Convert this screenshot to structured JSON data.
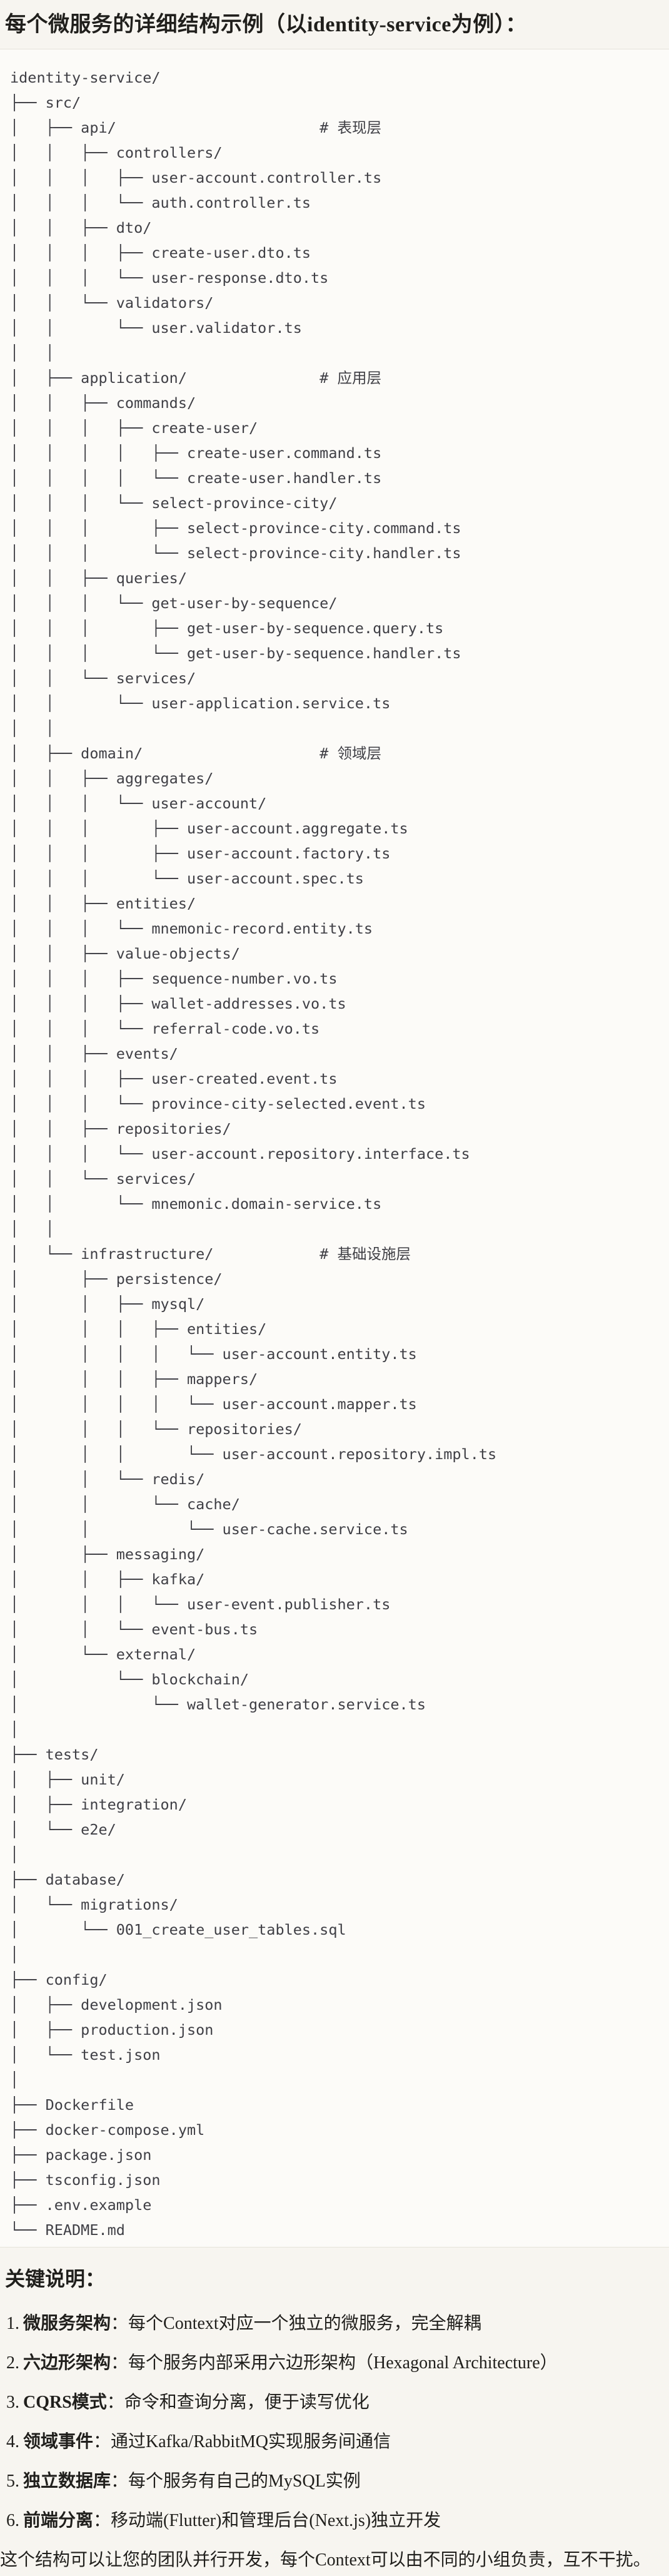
{
  "title": "每个微服务的详细结构示例（以identity-service为例）：",
  "tree_lines": [
    "identity-service/",
    "├── src/",
    "│   ├── api/                       # 表现层",
    "│   │   ├── controllers/",
    "│   │   │   ├── user-account.controller.ts",
    "│   │   │   └── auth.controller.ts",
    "│   │   ├── dto/",
    "│   │   │   ├── create-user.dto.ts",
    "│   │   │   └── user-response.dto.ts",
    "│   │   └── validators/",
    "│   │       └── user.validator.ts",
    "│   │",
    "│   ├── application/               # 应用层",
    "│   │   ├── commands/",
    "│   │   │   ├── create-user/",
    "│   │   │   │   ├── create-user.command.ts",
    "│   │   │   │   └── create-user.handler.ts",
    "│   │   │   └── select-province-city/",
    "│   │   │       ├── select-province-city.command.ts",
    "│   │   │       └── select-province-city.handler.ts",
    "│   │   ├── queries/",
    "│   │   │   └── get-user-by-sequence/",
    "│   │   │       ├── get-user-by-sequence.query.ts",
    "│   │   │       └── get-user-by-sequence.handler.ts",
    "│   │   └── services/",
    "│   │       └── user-application.service.ts",
    "│   │",
    "│   ├── domain/                    # 领域层",
    "│   │   ├── aggregates/",
    "│   │   │   └── user-account/",
    "│   │   │       ├── user-account.aggregate.ts",
    "│   │   │       ├── user-account.factory.ts",
    "│   │   │       └── user-account.spec.ts",
    "│   │   ├── entities/",
    "│   │   │   └── mnemonic-record.entity.ts",
    "│   │   ├── value-objects/",
    "│   │   │   ├── sequence-number.vo.ts",
    "│   │   │   ├── wallet-addresses.vo.ts",
    "│   │   │   └── referral-code.vo.ts",
    "│   │   ├── events/",
    "│   │   │   ├── user-created.event.ts",
    "│   │   │   └── province-city-selected.event.ts",
    "│   │   ├── repositories/",
    "│   │   │   └── user-account.repository.interface.ts",
    "│   │   └── services/",
    "│   │       └── mnemonic.domain-service.ts",
    "│   │",
    "│   └── infrastructure/            # 基础设施层",
    "│       ├── persistence/",
    "│       │   ├── mysql/",
    "│       │   │   ├── entities/",
    "│       │   │   │   └── user-account.entity.ts",
    "│       │   │   ├── mappers/",
    "│       │   │   │   └── user-account.mapper.ts",
    "│       │   │   └── repositories/",
    "│       │   │       └── user-account.repository.impl.ts",
    "│       │   └── redis/",
    "│       │       └── cache/",
    "│       │           └── user-cache.service.ts",
    "│       ├── messaging/",
    "│       │   ├── kafka/",
    "│       │   │   └── user-event.publisher.ts",
    "│       │   └── event-bus.ts",
    "│       └── external/",
    "│           └── blockchain/",
    "│               └── wallet-generator.service.ts",
    "│",
    "├── tests/",
    "│   ├── unit/",
    "│   ├── integration/",
    "│   └── e2e/",
    "│",
    "├── database/",
    "│   └── migrations/",
    "│       └── 001_create_user_tables.sql",
    "│",
    "├── config/",
    "│   ├── development.json",
    "│   ├── production.json",
    "│   └── test.json",
    "│",
    "├── Dockerfile",
    "├── docker-compose.yml",
    "├── package.json",
    "├── tsconfig.json",
    "├── .env.example",
    "└── README.md"
  ],
  "notes": {
    "heading": "关键说明：",
    "items": [
      {
        "num": "1.",
        "term": "微服务架构",
        "desc": "：每个Context对应一个独立的微服务，完全解耦"
      },
      {
        "num": "2.",
        "term": "六边形架构",
        "desc": "：每个服务内部采用六边形架构（Hexagonal Architecture）"
      },
      {
        "num": "3.",
        "term": "CQRS模式",
        "desc": "：命令和查询分离，便于读写优化"
      },
      {
        "num": "4.",
        "term": "领域事件",
        "desc": "：通过Kafka/RabbitMQ实现服务间通信"
      },
      {
        "num": "5.",
        "term": "独立数据库",
        "desc": "：每个服务有自己的MySQL实例"
      },
      {
        "num": "6.",
        "term": "前端分离",
        "desc": "：移动端(Flutter)和管理后台(Next.js)独立开发"
      }
    ],
    "closing": "这个结构可以让您的团队并行开发，每个Context可以由不同的小组负责，互不干扰。"
  }
}
